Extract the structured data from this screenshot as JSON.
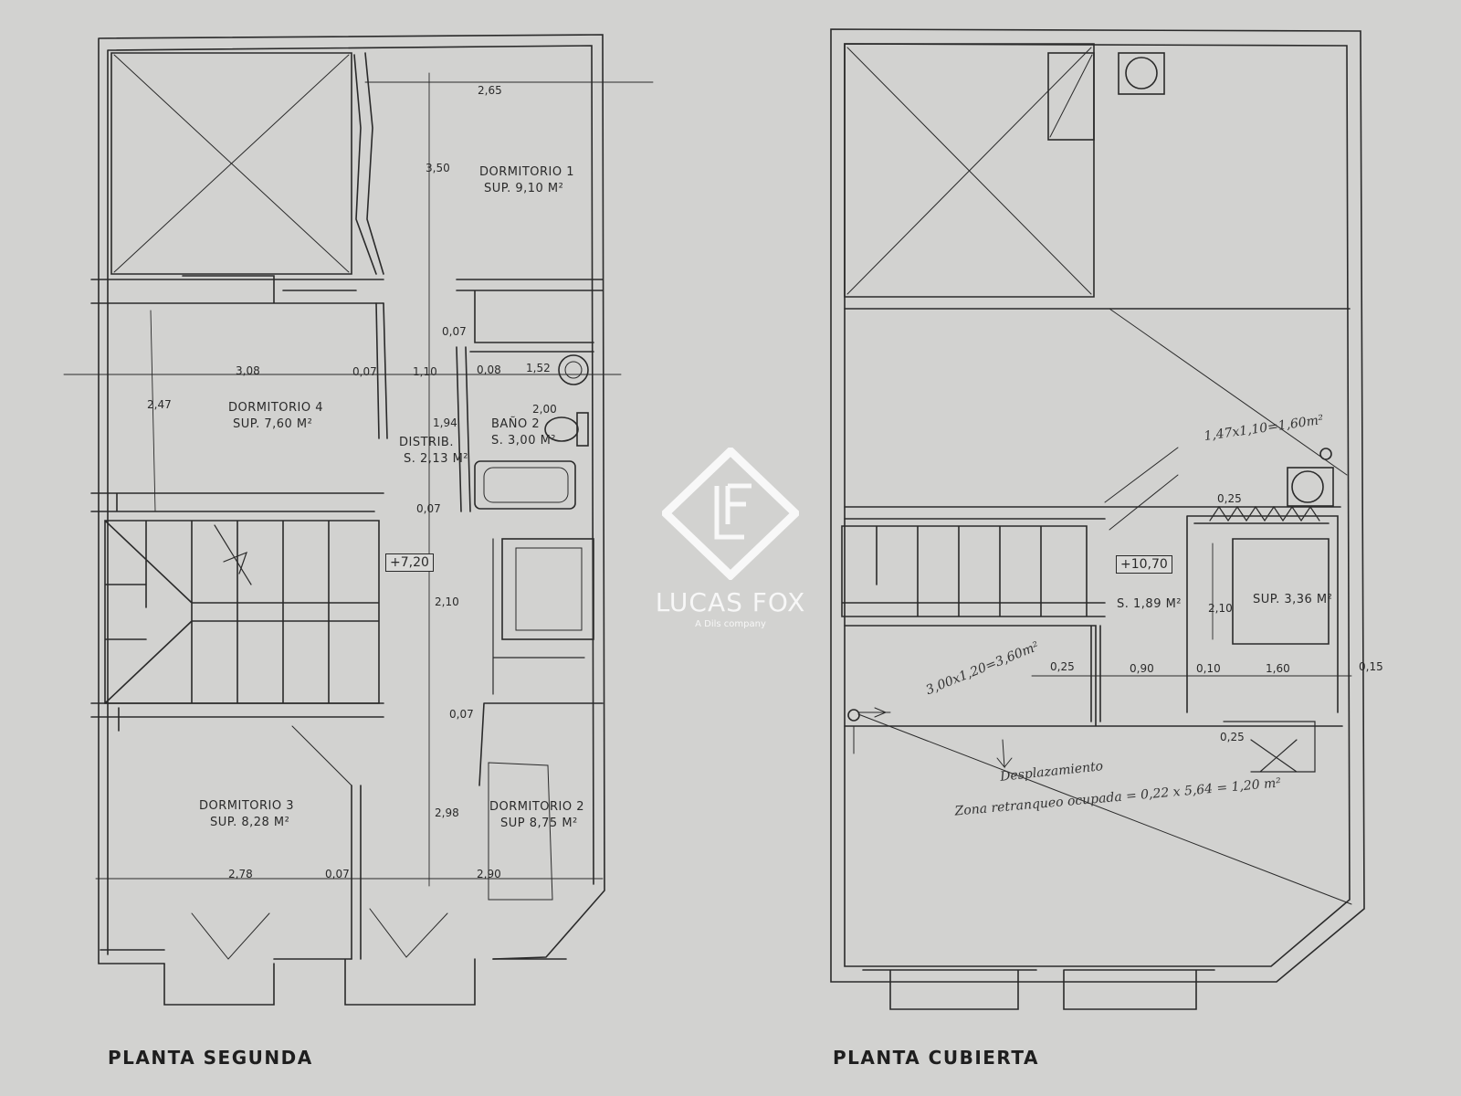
{
  "drawing": {
    "colors": {
      "paper": "#d2d2d0",
      "ink": "#2a2a2a",
      "watermark": "#ffffff"
    },
    "left_plan": {
      "title": "PLANTA SEGUNDA",
      "rooms": {
        "dorm1_name": "DORMITORIO 1",
        "dorm1_area": "SUP. 9,10 M²",
        "dorm4_name": "DORMITORIO 4",
        "dorm4_area": "SUP. 7,60 M²",
        "distrib_name": "DISTRIB.",
        "distrib_area": "S. 2,13 M²",
        "bano_name": "BAÑO 2",
        "bano_area": "S. 3,00 M²",
        "dorm3_name": "DORMITORIO 3",
        "dorm3_area": "SUP. 8,28 M²",
        "dorm2_name": "DORMITORIO 2",
        "dorm2_area": "SUP 8,75 M²"
      },
      "level": "+7,20",
      "dims": {
        "d265": "2,65",
        "d350": "3,50",
        "d007a": "0,07",
        "d308": "3,08",
        "d007b": "0,07",
        "d110": "1,10",
        "d008": "0,08",
        "d152": "1,52",
        "d247": "2,47",
        "d194": "1,94",
        "d200": "2,00",
        "d007c": "0,07",
        "d210": "2,10",
        "d007d": "0,07",
        "d298": "2,98",
        "d278": "2,78",
        "d007e": "0,07",
        "d290": "2,90"
      }
    },
    "right_plan": {
      "title": "PLANTA CUBIERTA",
      "level": "+10,70",
      "area_stair": "S. 1,89 M²",
      "area_room": "SUP. 3,36 M²",
      "dims": {
        "d210": "2,10",
        "d025a": "0,25",
        "d090": "0,90",
        "d010": "0,10",
        "d160": "1,60",
        "d015": "0,15",
        "d025b": "0,25",
        "d025c": "0,25"
      },
      "notes": {
        "n1": "1,47x1,10=1,60m²",
        "n2": "3,00x1,20=3,60m²",
        "n3": "Desplazamiento",
        "n4": "Zona retranqueo ocupada = 0,22 x 5,64 = 1,20 m²"
      }
    },
    "watermark": {
      "brand": "LUCAS FOX",
      "sub": "A Dils company"
    }
  }
}
